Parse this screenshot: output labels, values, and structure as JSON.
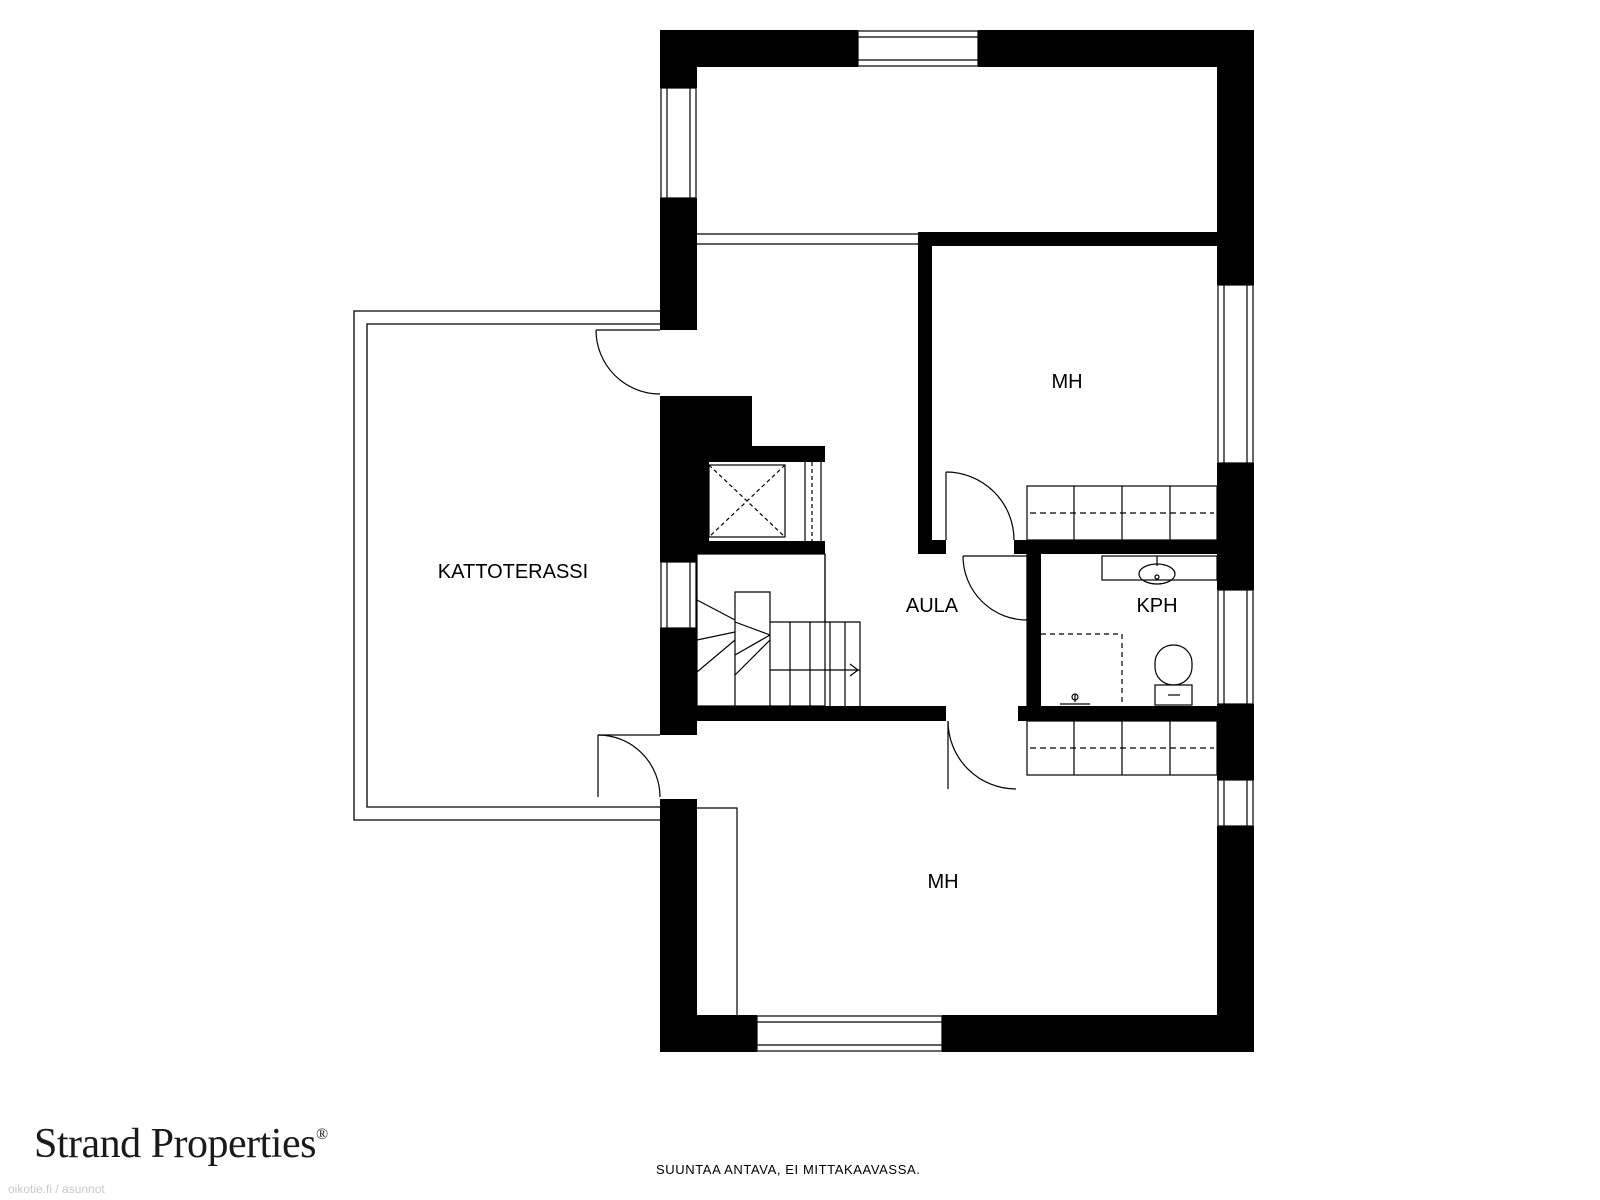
{
  "rooms": {
    "terrace": "KATTOTERASSI",
    "bedroom_upper": "MH",
    "hall": "AULA",
    "bathroom": "KPH",
    "bedroom_lower": "MH"
  },
  "brand": {
    "name": "Strand Properties",
    "mark": "®"
  },
  "disclaimer": "SUUNTAA ANTAVA, EI MITTAKAAVASSA.",
  "watermark": "oikotie.fi / asunnot"
}
